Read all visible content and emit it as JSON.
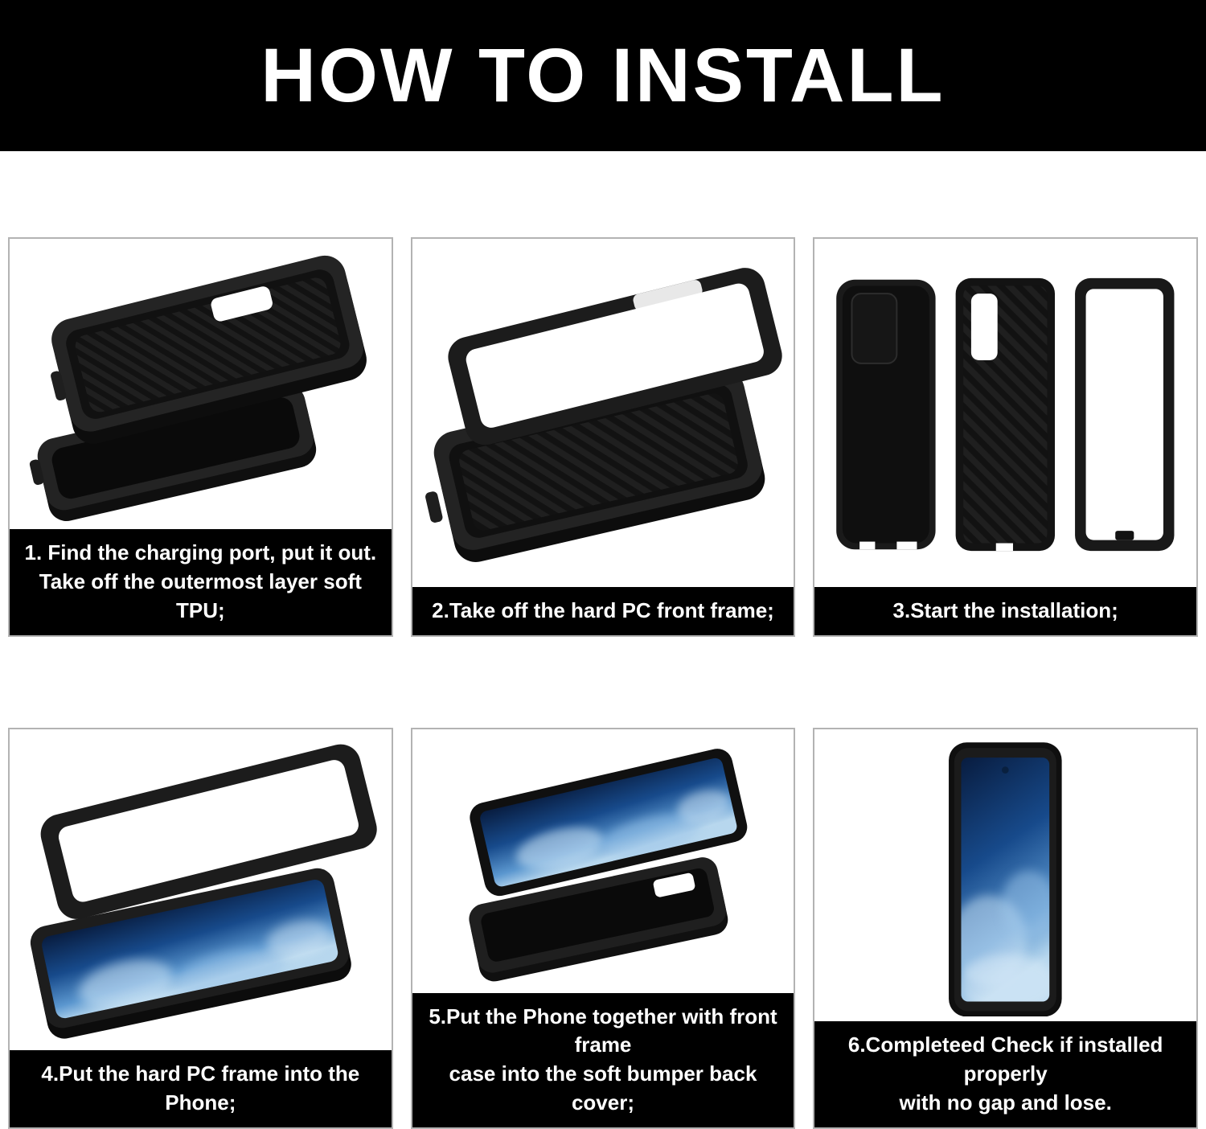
{
  "header": {
    "title": "HOW TO INSTALL"
  },
  "steps": [
    {
      "number": 1,
      "caption": "1. Find the charging port, put it out.\nTake off the outermost layer soft TPU;",
      "illustration": "two-case-layers-separated-angled"
    },
    {
      "number": 2,
      "caption": "2.Take off the hard PC front frame;",
      "illustration": "hard-pc-front-frame-lifted-off-angled"
    },
    {
      "number": 3,
      "caption": "3.Start the installation;",
      "illustration": "three-case-parts-laid-flat"
    },
    {
      "number": 4,
      "caption": "4.Put the hard PC frame into the Phone;",
      "illustration": "frame-placed-onto-phone-angled"
    },
    {
      "number": 5,
      "caption": "5.Put the Phone together with front frame\ncase into the soft bumper back cover;",
      "illustration": "phone-with-frame-into-back-cover-angled"
    },
    {
      "number": 6,
      "caption": "6.Completeed Check if installed properly\nwith no gap and lose.",
      "illustration": "completed-phone-in-case-upright"
    }
  ],
  "colors": {
    "background": "#ffffff",
    "header_bg": "#000000",
    "header_text": "#ffffff",
    "caption_bg": "#000000",
    "caption_text": "#ffffff",
    "panel_border": "#b3b3b3",
    "case_black": "#151515",
    "carbon_stripe": "#1e1e1e",
    "screen_blue_dark": "#081c3f",
    "screen_blue_light": "#b7d7ee"
  }
}
